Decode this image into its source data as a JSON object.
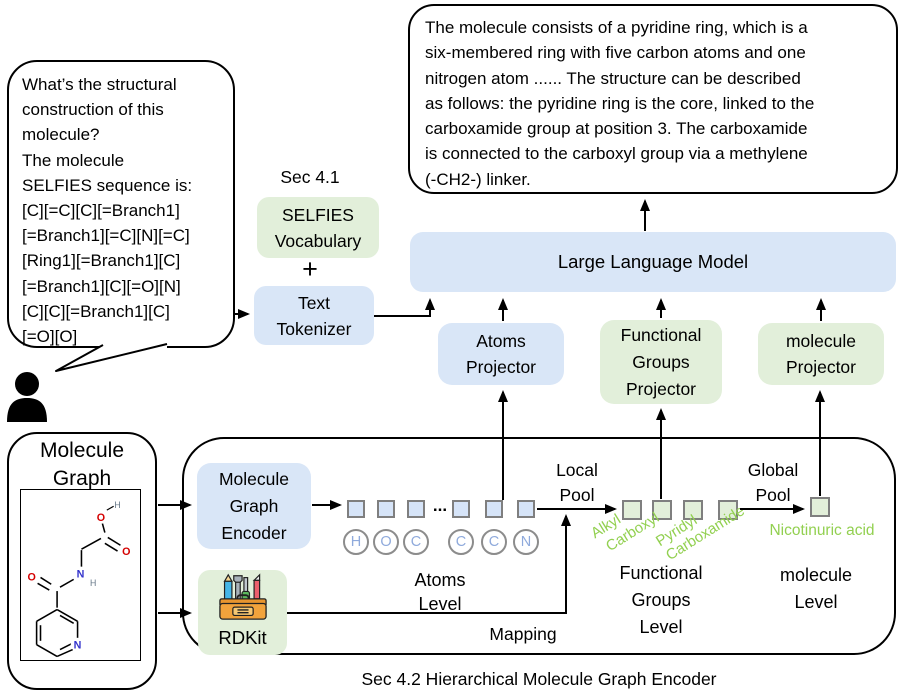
{
  "question_bubble": {
    "text": "What’s the structural\nconstruction of this\nmolecule?\nThe molecule\nSELFIES sequence is:\n[C][=C][C][=Branch1]\n[=Branch1][=C][N][=C]\n[Ring1][=Branch1][C]\n[=Branch1][C][=O][N]\n[C][C][=Branch1][C]\n[=O][O]"
  },
  "response_bubble": {
    "text": "The molecule consists of a pyridine ring, which is a\nsix-membered ring with five carbon atoms and one\nnitrogen atom ...... The structure can be described\nas follows: the pyridine ring is the core, linked to the\ncarboxamide group at position 3. The carboxamide\nis connected to the carboxyl group via a methylene\n(-CH2-) linker."
  },
  "selfies_section": {
    "section_label": "Sec 4.1",
    "vocabulary_box": "SELFIES\nVocabulary",
    "plus_sign": "+",
    "tokenizer_box": "Text\nTokenizer"
  },
  "llm_box": {
    "label": "Large Language Model"
  },
  "projectors": {
    "atoms": "Atoms\nProjector",
    "functional_groups": "Functional\nGroups\nProjector",
    "molecule": "molecule\nProjector"
  },
  "molecule_graph_panel": {
    "title": "Molecule\nGraph"
  },
  "encoder_panel": {
    "graph_encoder_box": "Molecule\nGraph\nEncoder",
    "rdkit_label": "RDKit",
    "atom_tokens": [
      "H",
      "O",
      "C",
      "C",
      "C",
      "N"
    ],
    "ellipsis": "...",
    "local_pool_label": "Local\nPool",
    "global_pool_label": "Global\nPool",
    "mapping_label": "Mapping",
    "atoms_level_label": "Atoms\nLevel",
    "functional_groups_level_label": "Functional\nGroups\nLevel",
    "molecule_level_label": "molecule\nLevel",
    "functional_group_tags": [
      "Alkyl",
      "Carboxyl",
      "Pyridyl",
      "Carboxamide"
    ],
    "molecule_tag": "Nicotinuric acid",
    "caption": "Sec 4.2 Hierarchical Molecule Graph Encoder"
  },
  "molecule_structure_atoms": {
    "hydroxyl_h": "H",
    "hydroxyl_o": "O",
    "carbonyl_o": "O",
    "amide_o": "O",
    "amide_n": "N",
    "amide_h": "H",
    "ring_n": "N"
  },
  "colors": {
    "box_blue": "#d9e6f7",
    "box_green": "#e2efda",
    "tag_green": "#92d050",
    "token_border_gray": "#7f7f7f",
    "atom_letter_blue": "#8faadc",
    "arrow_black": "#000000"
  }
}
